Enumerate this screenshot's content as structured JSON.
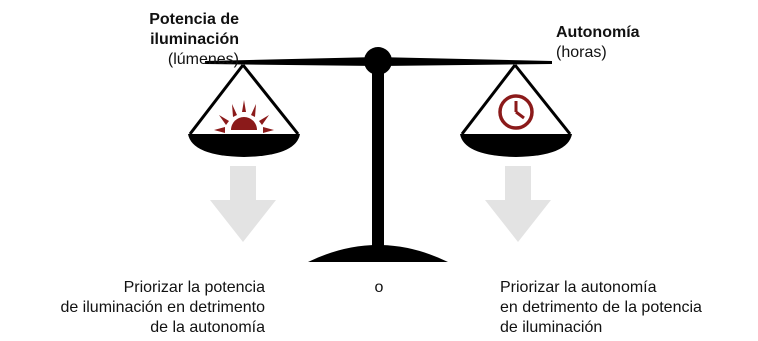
{
  "labels": {
    "left": {
      "title_line1": "Potencia de",
      "title_line2": "iluminación",
      "unit": "(lúmenes)"
    },
    "right": {
      "title": "Autonomía",
      "unit": "(horas)"
    }
  },
  "captions": {
    "left": {
      "line1": "Priorizar la potencia",
      "line2": "de iluminación en detrimento",
      "line3": "de la autonomía"
    },
    "or": "o",
    "right": {
      "line1": "Priorizar la autonomía",
      "line2": "en detrimento de la potencia",
      "line3": "de iluminación"
    }
  },
  "icons": {
    "left_pan": "sun-rays-icon",
    "right_pan": "clock-icon",
    "left_arrow": "down-arrow-icon",
    "right_arrow": "down-arrow-icon"
  },
  "colors": {
    "scale": "#000000",
    "accent": "#8b1a1a",
    "arrow": "#e3e3e3"
  }
}
